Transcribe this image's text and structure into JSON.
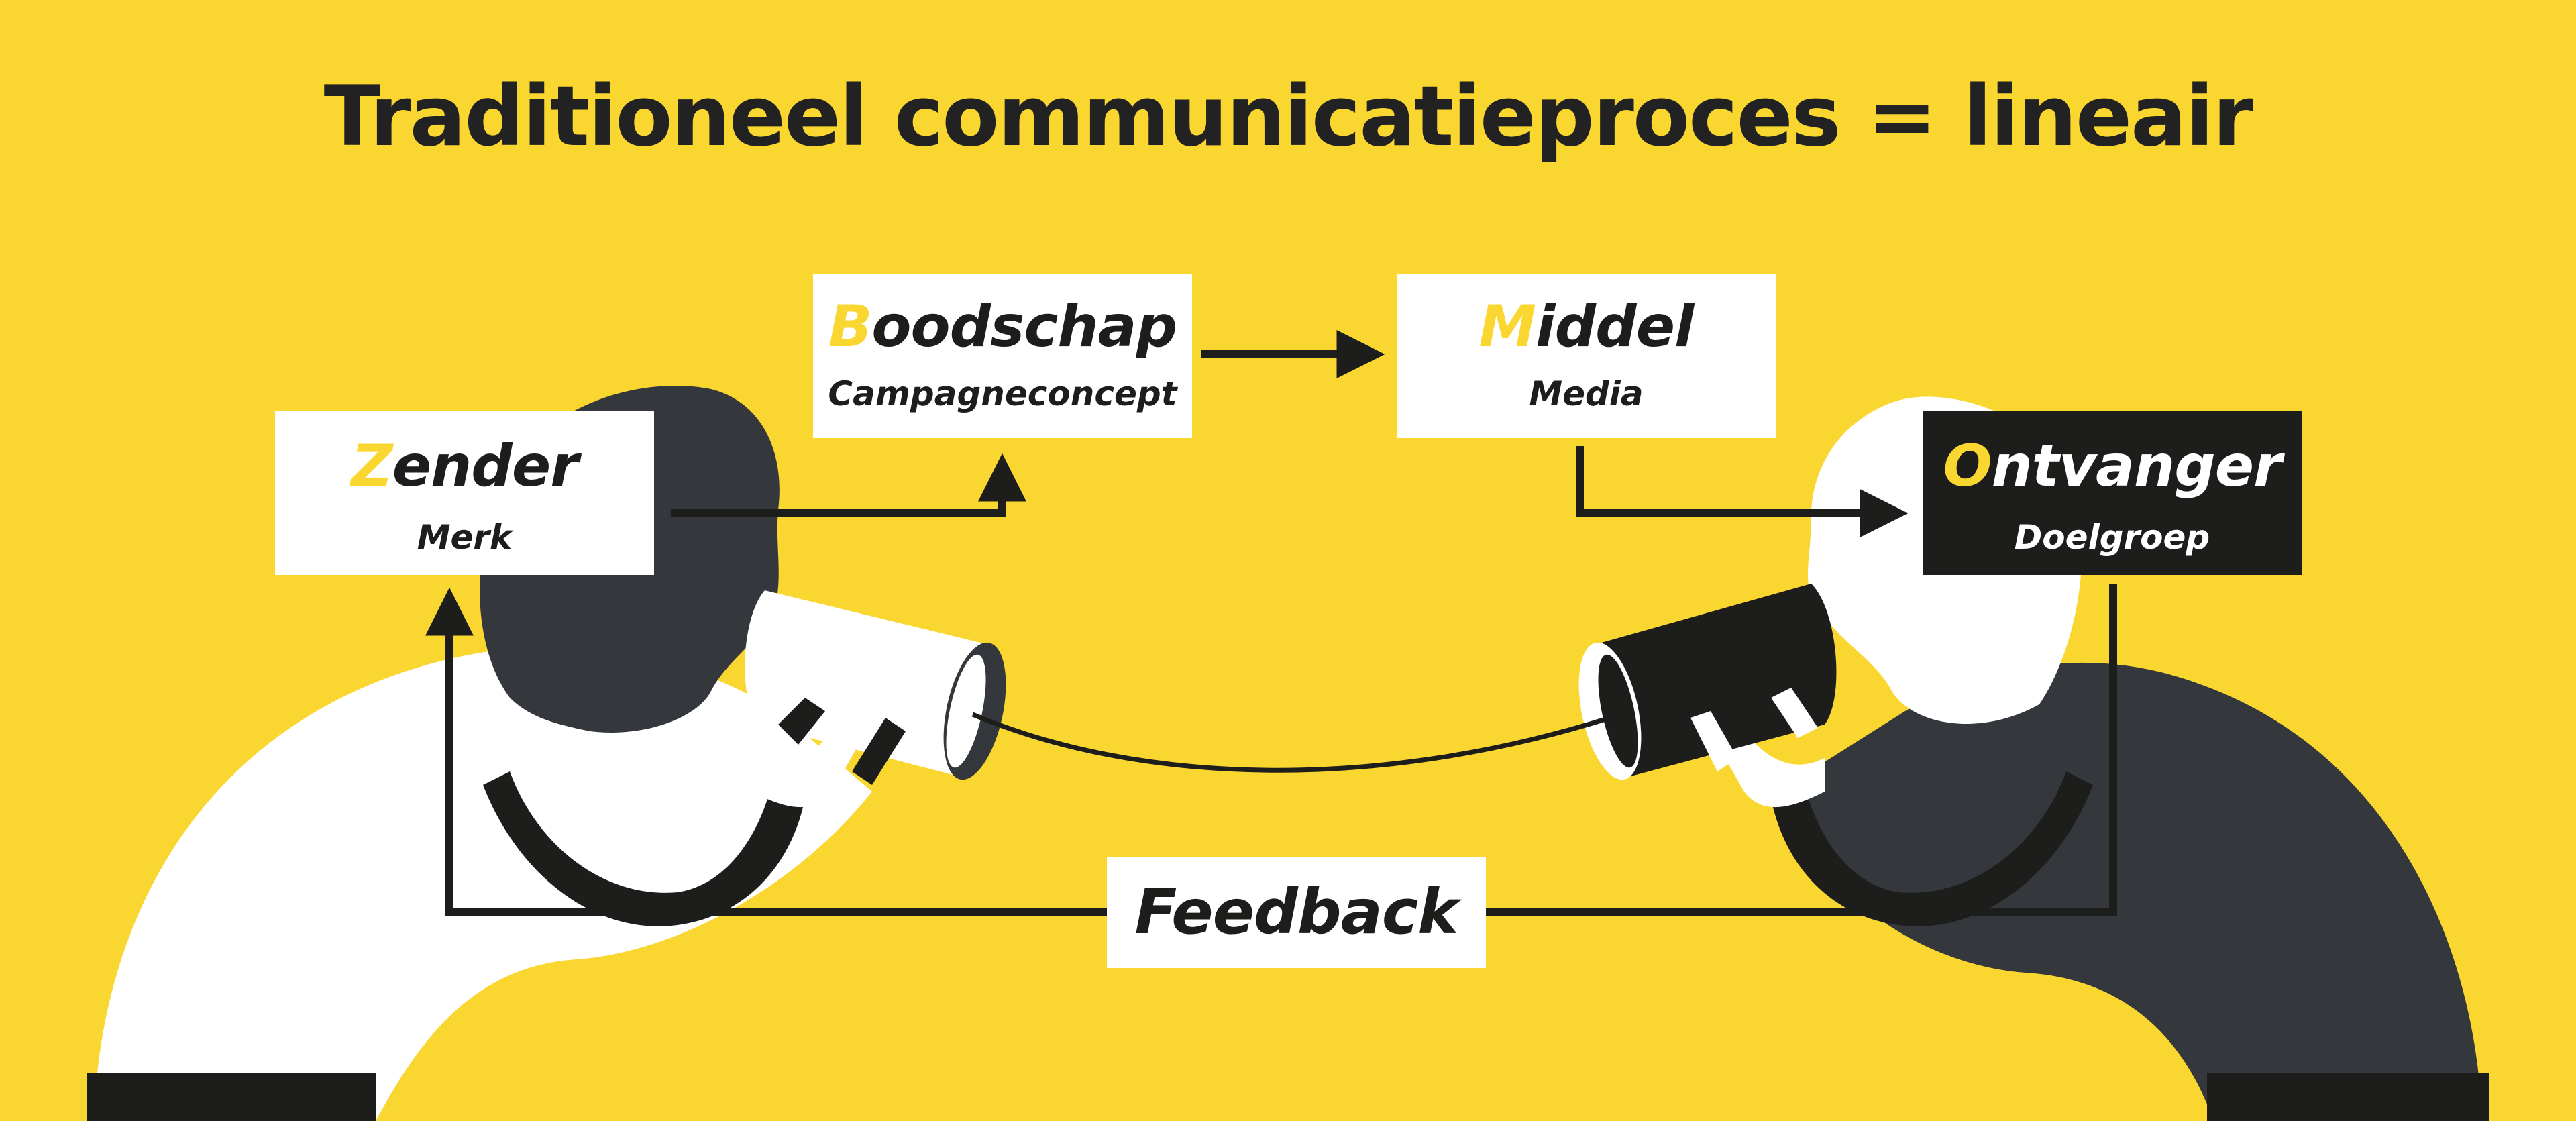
{
  "title": "Traditioneel communicatieproces = lineair",
  "colors": {
    "background": "#fad631",
    "accent": "#fad631",
    "ink": "#1d1d1b",
    "dark_figure": "#34373c",
    "light_figure": "#ffffff"
  },
  "nodes": {
    "zender": {
      "initial": "Z",
      "rest": "ender",
      "sub": "Merk"
    },
    "boodschap": {
      "initial": "B",
      "rest": "oodschap",
      "sub": "Campagneconcept"
    },
    "middel": {
      "initial": "M",
      "rest": "iddel",
      "sub": "Media"
    },
    "ontvanger": {
      "initial": "O",
      "rest": "ntvanger",
      "sub": "Doelgroep"
    },
    "feedback": {
      "label": "Feedback"
    }
  },
  "illustration": {
    "left_figure": "person speaking into tin-can phone",
    "right_figure": "person listening to tin-can phone",
    "icons": [
      "tin-can-phone-icon",
      "string-connection"
    ]
  }
}
